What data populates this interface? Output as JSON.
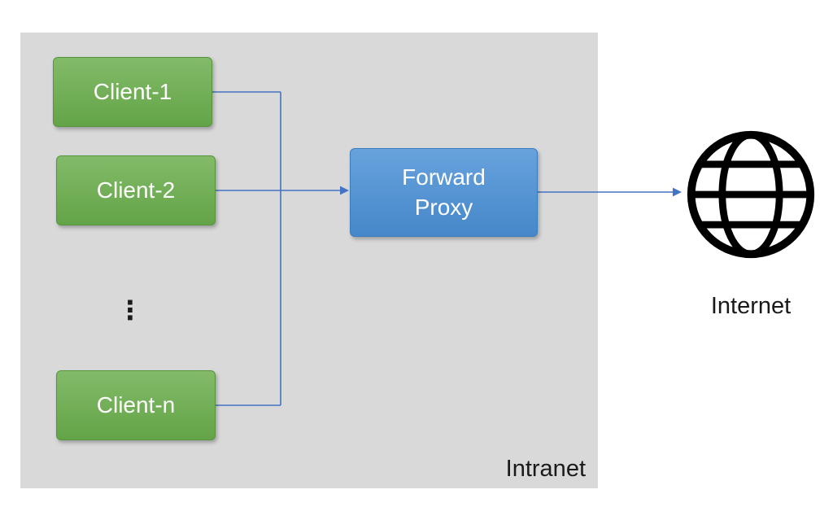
{
  "labels": {
    "intranet": "Intranet",
    "internet": "Internet"
  },
  "nodes": {
    "clients": [
      {
        "id": "client-1",
        "label": "Client-1"
      },
      {
        "id": "client-2",
        "label": "Client-2"
      },
      {
        "id": "client-n",
        "label": "Client-n"
      }
    ],
    "ellipsis": "⋮",
    "proxy": {
      "line1": "Forward",
      "line2": "Proxy"
    }
  },
  "colors": {
    "page_bg": "#ffffff",
    "intranet_bg": "#d9d9d9",
    "client_fill": "#6aae4c",
    "client_border": "#57953c",
    "proxy_fill": "#4a90d6",
    "proxy_border": "#3b7ec0",
    "connector": "#4472c4",
    "node_text": "#ffffff",
    "label_text": "#1a1a1a",
    "globe": "#000000"
  }
}
